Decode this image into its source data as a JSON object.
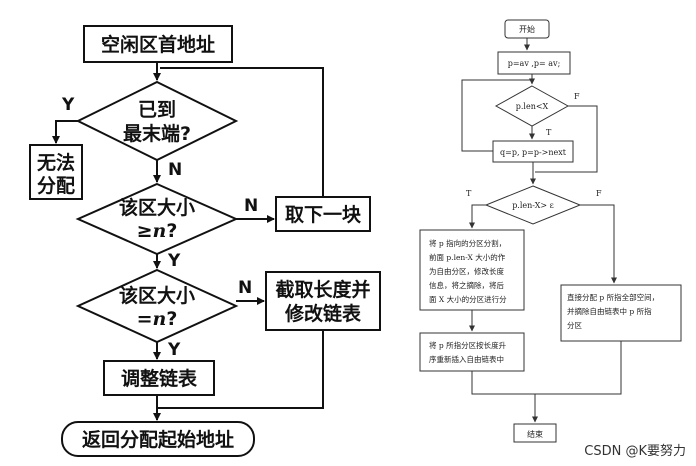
{
  "left_flowchart": {
    "start": "空闲区首地址",
    "decision1": [
      "已到",
      "最末端?"
    ],
    "fail": [
      "无法",
      "分配"
    ],
    "decision2": [
      "该区大小",
      "≥",
      "n",
      "?"
    ],
    "next_block": "取下一块",
    "decision3": [
      "该区大小",
      "=",
      "n",
      "?"
    ],
    "cut": [
      "截取长度并",
      "修改链表"
    ],
    "adjust": "调整链表",
    "end": "返回分配起始地址",
    "yes": "Y",
    "no": "N"
  },
  "right_flowchart": {
    "start": "开始",
    "init": "p=av ,p= av;",
    "cond1": "p.len<X",
    "step": "q=p, p=p->next",
    "cond2": "p.len-X> ε",
    "split": [
      "将 p 指向的分区分割，",
      "前面 p.len-X 大小的作",
      "为自由分区，修改长度",
      "信息，将之摘除，将后",
      "面 X 大小的分区进行分"
    ],
    "insert": [
      "将 p 所指分区按长度升",
      "序重新插入自由链表中"
    ],
    "alloc_all": [
      "直接分配 p 所指全部空间，",
      "并摘除自由链表中 p 所指",
      "分区"
    ],
    "end": "结束",
    "t": "T",
    "f": "F"
  },
  "watermark": "CSDN @K要努力"
}
